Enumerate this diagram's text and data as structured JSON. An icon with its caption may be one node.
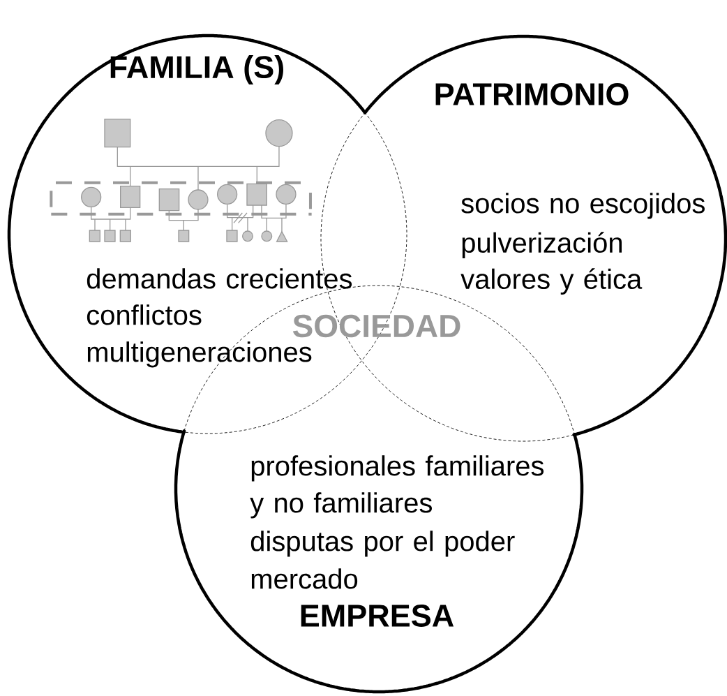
{
  "diagram": {
    "nodes": [
      {
        "text": [
          "FAMILIA (S)",
          "demandas crecientes",
          "conflictos multigeneraciones"
        ]
      },
      {
        "text": [
          "PATRIMONIO",
          "socios no escojidos",
          "pulverización",
          "valores y ética"
        ]
      },
      {
        "text": [
          "EMPRESA",
          "profesionales familiares y no familiares",
          "disputas por el poder",
          "mercado"
        ]
      }
    ],
    "labels": [
      "SOCIEDAD"
    ]
  }
}
